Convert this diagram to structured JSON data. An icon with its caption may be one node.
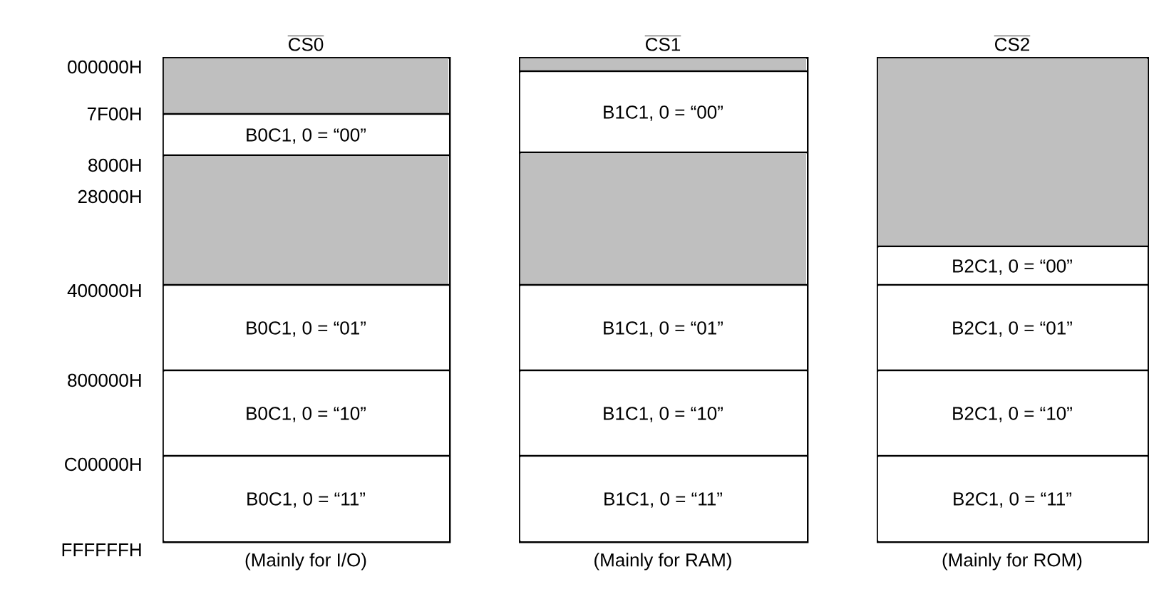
{
  "diagram": {
    "nodes": [
      {
        "text": [
          "CS0"
        ],
        "beside": [
          "(Mainly for I/O)"
        ]
      },
      {
        "text": [],
        "shape": "box",
        "in": 0
      },
      {
        "text": [
          "B0C1, 0 = “00”"
        ],
        "in": 0
      },
      {
        "text": [],
        "shape": "box",
        "in": 0
      },
      {
        "text": [
          "B0C1, 0 = “01”"
        ],
        "in": 0
      },
      {
        "text": [
          "B0C1, 0 = “10”"
        ],
        "in": 0
      },
      {
        "text": [
          "B0C1, 0 = “11”"
        ],
        "in": 0
      },
      {
        "text": [
          "CS1"
        ],
        "beside": [
          "(Mainly for RAM)"
        ]
      },
      {
        "text": [],
        "shape": "box",
        "in": 7
      },
      {
        "text": [
          "B1C1, 0 = “00”"
        ],
        "in": 7
      },
      {
        "text": [],
        "shape": "box",
        "in": 7
      },
      {
        "text": [
          "B1C1, 0 = “01”"
        ],
        "in": 7
      },
      {
        "text": [
          "B1C1, 0 = “10”"
        ],
        "in": 7
      },
      {
        "text": [
          "B1C1, 0 = “11”"
        ],
        "in": 7
      },
      {
        "text": [
          "CS2"
        ],
        "beside": [
          "(Mainly for ROM)"
        ]
      },
      {
        "text": [],
        "shape": "box",
        "in": 14
      },
      {
        "text": [
          "B2C1, 0 = “00”"
        ],
        "in": 14
      },
      {
        "text": [
          "B2C1, 0 = “01”"
        ],
        "in": 14
      },
      {
        "text": [
          "B2C1, 0 = “10”"
        ],
        "in": 14
      },
      {
        "text": [
          "B2C1, 0 = “11”"
        ],
        "in": 14
      }
    ],
    "labels": [
      "000000H",
      "7F00H",
      "8000H",
      "28000H",
      "400000H",
      "800000H",
      "C00000H",
      "FFFFFFH"
    ]
  }
}
